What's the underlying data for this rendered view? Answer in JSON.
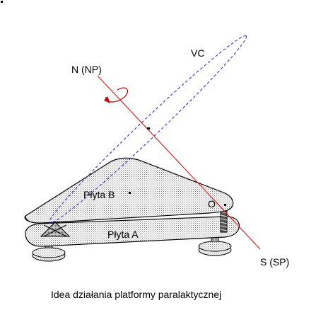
{
  "labels": {
    "north_pole": "N (NP)",
    "south_pole": "S (SP)",
    "vc": "VC",
    "plate_b": "Płyta B",
    "plate_a": "Płyta A",
    "origin": "O"
  },
  "caption": "Idea działania platformy paralaktycznej",
  "colors": {
    "axis": "#e00000",
    "rotation_arrow": "#cc0000",
    "vc_ellipse": "#2222cc",
    "outline": "#000000",
    "plate_fill": "#dcdcdc"
  }
}
